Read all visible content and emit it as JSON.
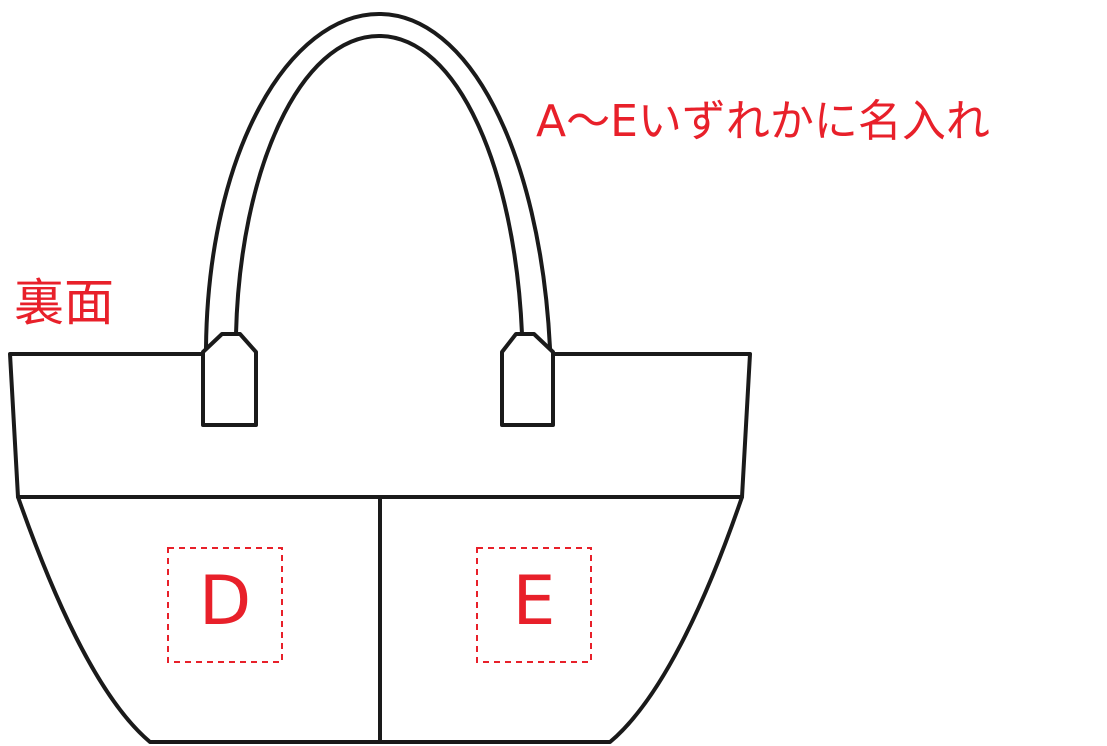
{
  "labels": {
    "instruction": "A〜Eいずれかに名入れ",
    "side": "裏面"
  },
  "slots": [
    {
      "id": "D",
      "letter": "D"
    },
    {
      "id": "E",
      "letter": "E"
    }
  ],
  "colors": {
    "annotation_red": "#e8202a",
    "outline": "#1a1a1a",
    "fill": "#ffffff"
  }
}
